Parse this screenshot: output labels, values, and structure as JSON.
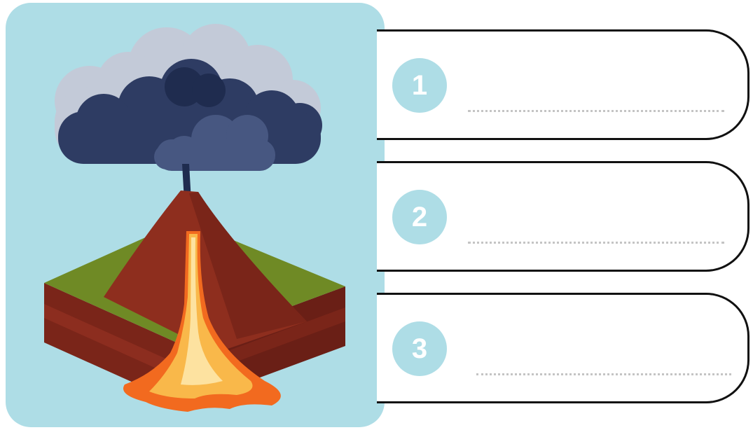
{
  "illustration": {
    "subject": "volcano-cross-section",
    "colors": {
      "panel": "#aedde6",
      "smoke_dark": "#2e3d63",
      "smoke_light": "#c7cedb",
      "rock": "#8e2e1e",
      "grass": "#6f8a25",
      "lava": "#f7a53b"
    }
  },
  "answers": [
    {
      "number": "1",
      "value": ""
    },
    {
      "number": "2",
      "value": ""
    },
    {
      "number": "3",
      "value": ""
    }
  ],
  "colors": {
    "badge": "#aedde6",
    "card_border": "#111111",
    "dotted_line": "#c4c4c4"
  }
}
